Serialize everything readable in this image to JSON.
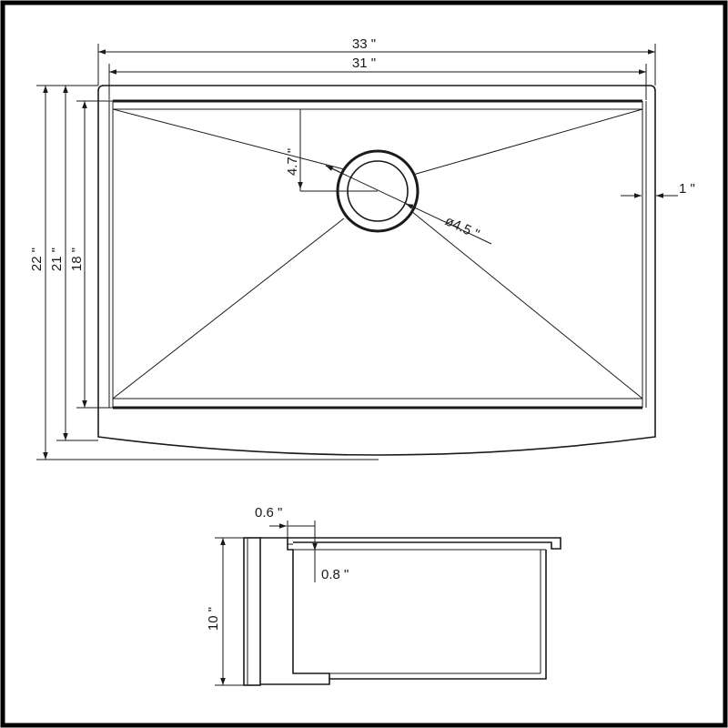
{
  "title": "",
  "top_view": {
    "overall_width": "33 \"",
    "bowl_width": "31 \"",
    "overall_depth": "22 \"",
    "depth_21": "21 \"",
    "bowl_depth": "18 \"",
    "drain_offset": "4.7 \"",
    "drain_diameter": "ø4.5 \"",
    "rim_width": "1 \""
  },
  "side_view": {
    "wall_thickness": "0.6 \"",
    "lip_height": "0.8 \"",
    "bowl_height": "10 \""
  },
  "colors": {
    "line": "#1a1a1a",
    "background": "#ffffff",
    "frame": "#000000"
  }
}
